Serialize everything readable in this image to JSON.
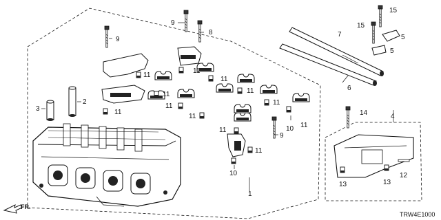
{
  "diagram": {
    "callouts": [
      {
        "id": "c1",
        "text": "1"
      },
      {
        "id": "c2",
        "text": "2"
      },
      {
        "id": "c3",
        "text": "3"
      },
      {
        "id": "c4",
        "text": "4"
      },
      {
        "id": "c5a",
        "text": "5"
      },
      {
        "id": "c5b",
        "text": "5"
      },
      {
        "id": "c6",
        "text": "6"
      },
      {
        "id": "c7",
        "text": "7"
      },
      {
        "id": "c8",
        "text": "8"
      },
      {
        "id": "c9a",
        "text": "9"
      },
      {
        "id": "c9b",
        "text": "9"
      },
      {
        "id": "c9c",
        "text": "9"
      },
      {
        "id": "c10a",
        "text": "10"
      },
      {
        "id": "c10b",
        "text": "10"
      },
      {
        "id": "c11",
        "text": "11"
      },
      {
        "id": "c12",
        "text": "12"
      },
      {
        "id": "c13a",
        "text": "13"
      },
      {
        "id": "c13b",
        "text": "13"
      },
      {
        "id": "c14",
        "text": "14"
      },
      {
        "id": "c15a",
        "text": "15"
      },
      {
        "id": "c15b",
        "text": "15"
      }
    ],
    "caps_label": "11",
    "direction_label": "FR.",
    "diagram_code": "TRW4E1000"
  }
}
